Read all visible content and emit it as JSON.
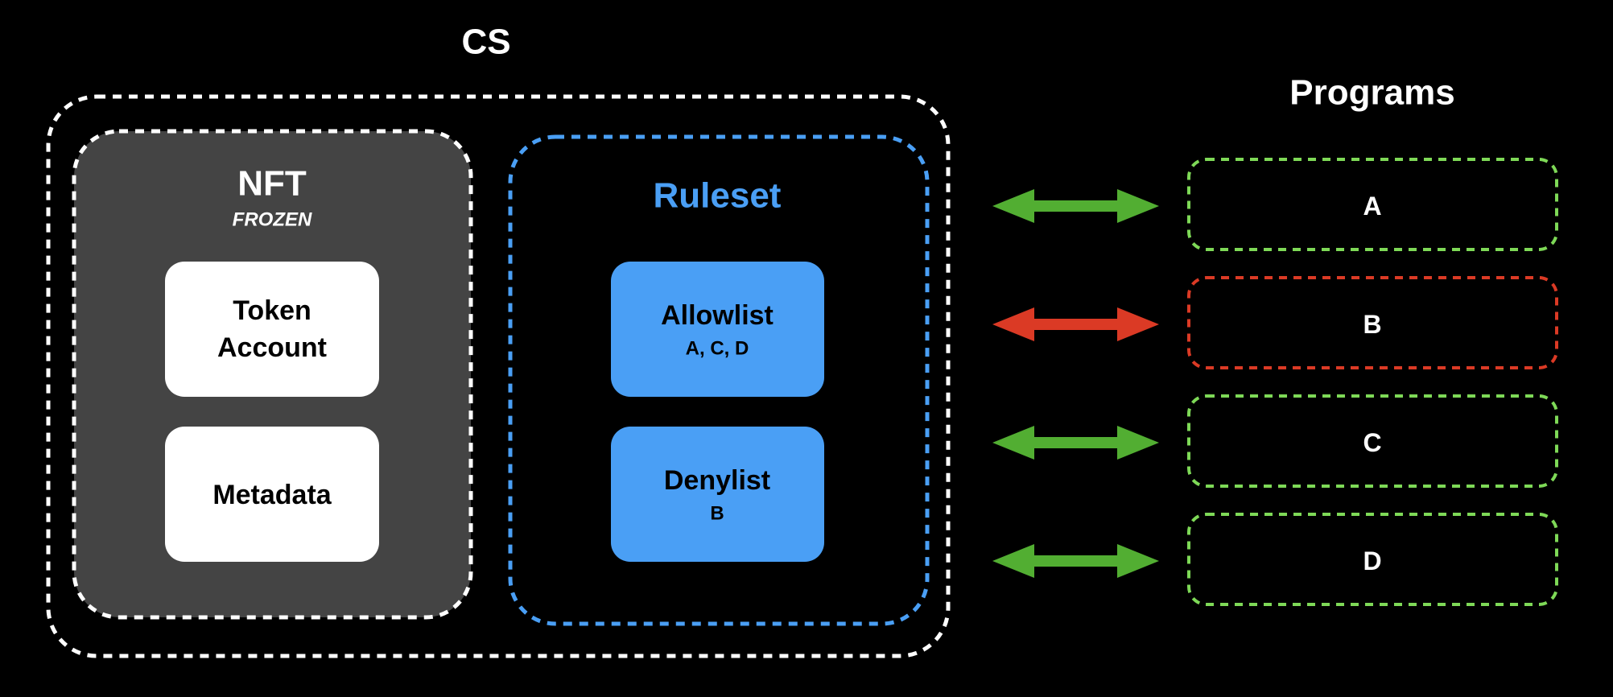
{
  "cs": {
    "title": "CS"
  },
  "nft": {
    "title": "NFT",
    "status": "FROZEN",
    "items": [
      "Token",
      "Account",
      "Metadata"
    ]
  },
  "ruleset": {
    "title": "Ruleset",
    "allowlist": {
      "label": "Allowlist",
      "members": "A, C, D"
    },
    "denylist": {
      "label": "Denylist",
      "members": "B"
    }
  },
  "programs": {
    "title": "Programs",
    "items": [
      {
        "label": "A",
        "status": "allowed"
      },
      {
        "label": "B",
        "status": "denied"
      },
      {
        "label": "C",
        "status": "allowed"
      },
      {
        "label": "D",
        "status": "allowed"
      }
    ]
  },
  "colors": {
    "background": "#000000",
    "nft_fill": "#444444",
    "ruleset_blue": "#4a9ff5",
    "allowed_green": "#52ae32",
    "allowed_border": "#7ed957",
    "denied_red": "#db3a25"
  }
}
